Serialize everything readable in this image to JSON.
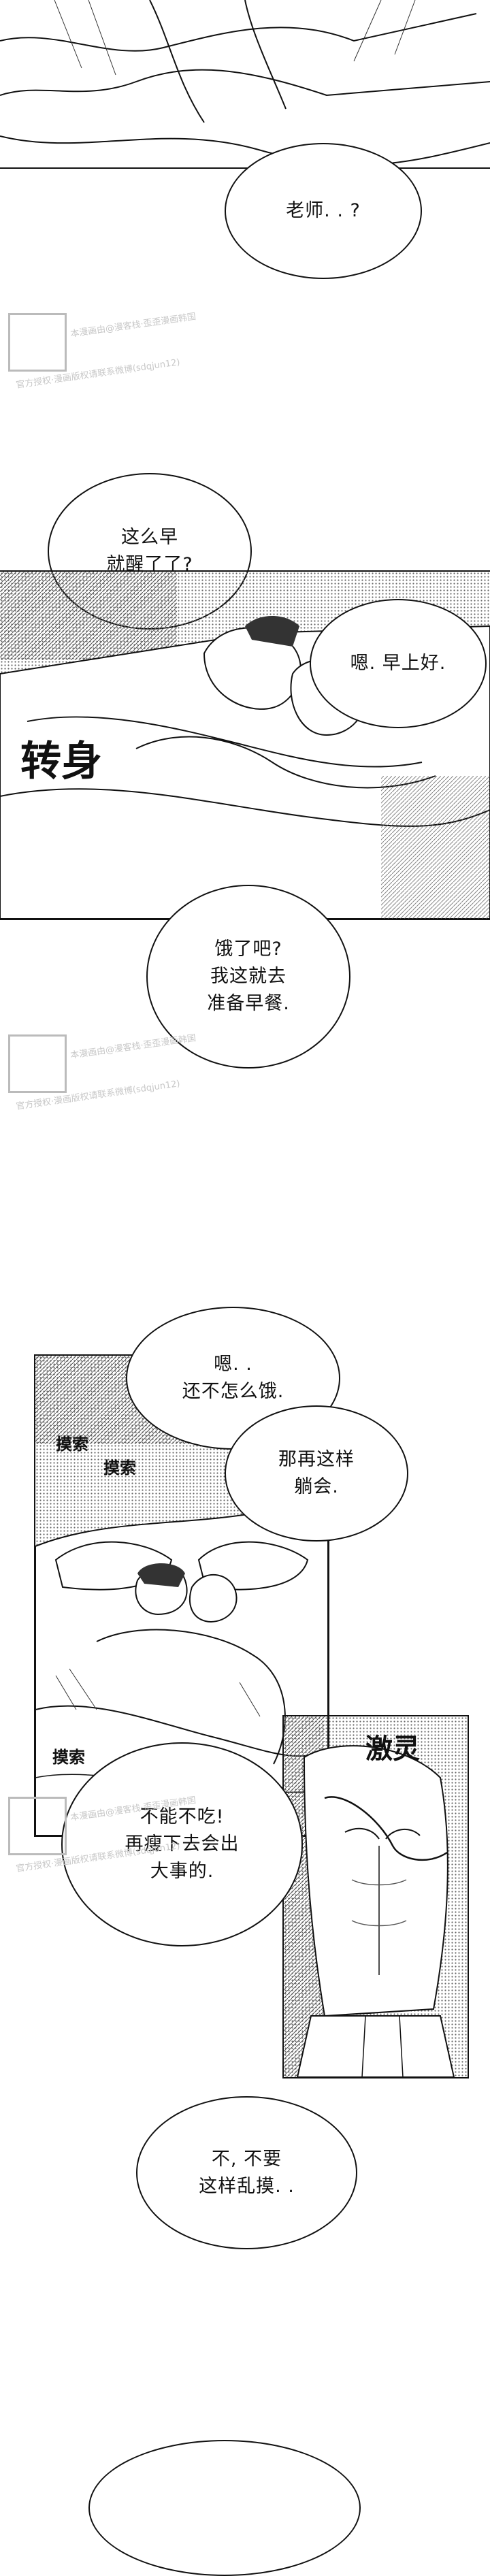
{
  "bubbles": {
    "b1": "老师. . ?",
    "b2": "这么早\n就醒了了?",
    "b3": "嗯. 早上好.",
    "b4": "饿了吧?\n我这就去\n准备早餐.",
    "b5": "嗯. .\n还不怎么饿.",
    "b6": "那再这样\n躺会.",
    "b7": "不能不吃!\n再瘦下去会出\n大事的.",
    "b8": "不, 不要\n这样乱摸. ."
  },
  "sfx": {
    "turn": "转身",
    "touch1": "摸索",
    "touch2": "摸索",
    "touch3": "摸索",
    "shiver": "激灵"
  },
  "watermarks": {
    "wm1": {
      "line1": "本漫画由@漫客栈·歪歪漫画韩国",
      "line2": "官方授权·漫画版权请联系微博(sdqjun12)"
    },
    "wm2": {
      "line1": "本漫画由@漫客栈·歪歪漫画韩国",
      "line2": "官方授权·漫画版权请联系微博(sdqjun12)"
    },
    "wm3": {
      "line1": "本漫画由@漫客栈·歪歪漫画韩国",
      "line2": "官方授权·漫画版权请联系微博(sdqjun12)"
    }
  }
}
